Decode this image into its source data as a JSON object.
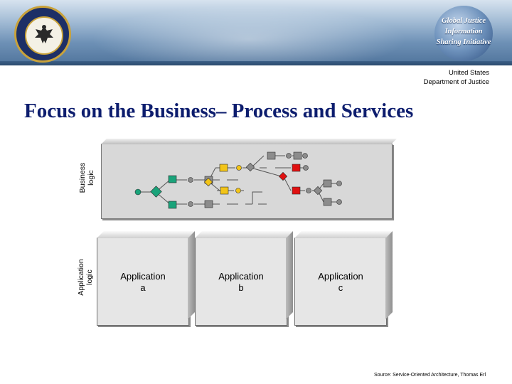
{
  "header": {
    "left_logo": "doj-seal-icon",
    "right_logo": "global-justice-logo-icon",
    "right_logo_lines": [
      "Global Justice",
      "Information",
      "Sharing Initiative"
    ],
    "org_line1": "United States",
    "org_line2": "Department of Justice"
  },
  "slide": {
    "title": "Focus on the Business– Process and Services",
    "business_label_line1": "Business",
    "business_label_line2": "logic",
    "application_label_line1": "Application",
    "application_label_line2": "logic",
    "applications": [
      {
        "line1": "Application",
        "line2": "a"
      },
      {
        "line1": "Application",
        "line2": "b"
      },
      {
        "line1": "Application",
        "line2": "c"
      }
    ],
    "source": "Source: Service-Oriented Architecture, Thomas Erl"
  },
  "colors": {
    "title": "#0d1d6e",
    "node_green": "#1aa37a",
    "node_yellow": "#f2c418",
    "node_red": "#e01010",
    "node_gray": "#8c8c8c"
  }
}
